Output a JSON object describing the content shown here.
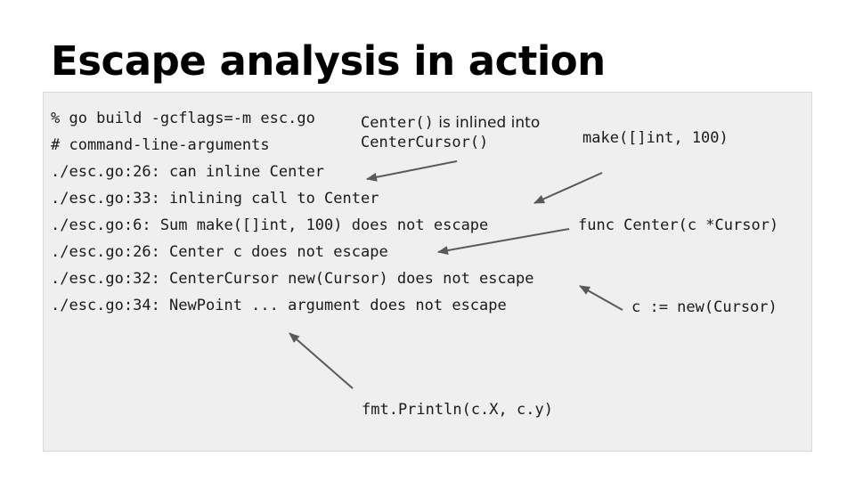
{
  "title": "Escape analysis in action",
  "code_lines": [
    "% go build -gcflags=-m esc.go",
    "# command-line-arguments",
    "./esc.go:26: can inline Center",
    "./esc.go:33: inlining call to Center",
    "./esc.go:6: Sum make([]int, 100) does not escape",
    "./esc.go:26: Center c does not escape",
    "./esc.go:32: CenterCursor new(Cursor) does not escape",
    "./esc.go:34: NewPoint ... argument does not escape"
  ],
  "annotations": {
    "center_inlined": {
      "code_a": "Center()",
      "text_a": " is inlined into",
      "code_b": "CenterCursor()"
    },
    "make_call": "make([]int, 100)",
    "func_center": "func Center(c *Cursor)",
    "new_cursor": "c := new(Cursor)",
    "println_call": "fmt.Println(c.X, c.y)"
  },
  "colors": {
    "arrow": "#595959",
    "panel_background": "#efefef"
  }
}
